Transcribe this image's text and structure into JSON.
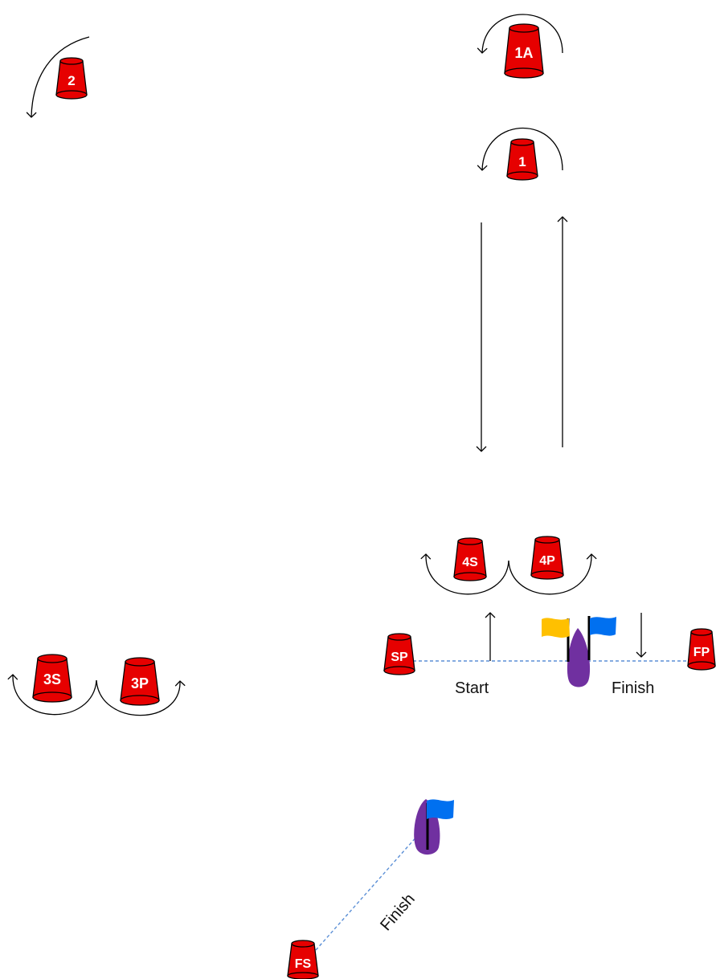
{
  "colors": {
    "buoy": "#e60000",
    "buoy_outline": "#000000",
    "boat": "#7030a0",
    "flag_yellow": "#ffc000",
    "flag_blue": "#0070f0",
    "line": "#5b8fd6"
  },
  "marks": {
    "m1a": "1A",
    "m1": "1",
    "m2": "2",
    "m3s": "3S",
    "m3p": "3P",
    "m4s": "4S",
    "m4p": "4P",
    "sp": "SP",
    "fp": "FP",
    "fs": "FS"
  },
  "labels": {
    "start": "Start",
    "finish": "Finish",
    "finish_lower": "Finish"
  }
}
